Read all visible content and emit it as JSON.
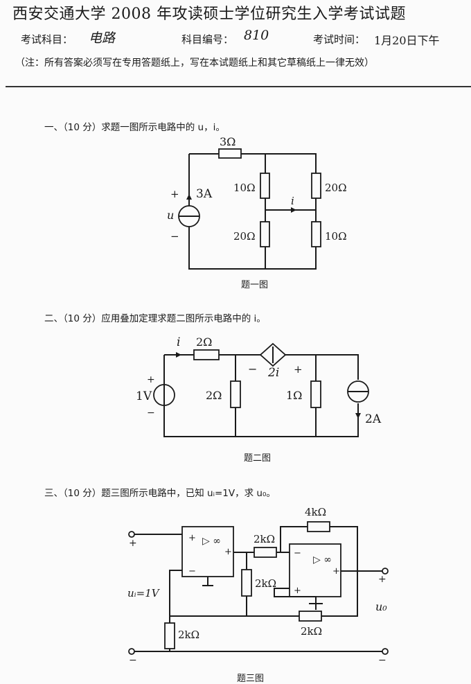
{
  "header": {
    "title": "西安交通大学 2008 年攻读硕士学位研究生入学考试试题",
    "subject_label": "考试科目：",
    "subject_value": "电路",
    "code_label": "科目编号：",
    "code_value": "810",
    "time_label": "考试时间：",
    "time_value": "1月20日下午",
    "note": "（注：所有答案必须写在专用答题纸上，写在本试题纸上和其它草稿纸上一律无效）"
  },
  "q1": {
    "text": "一、（10 分）求题一图所示电路中的 u，i。",
    "caption": "题一图",
    "labels": {
      "r_top": "3Ω",
      "r_mid_up": "10Ω",
      "r_right_up": "20Ω",
      "r_mid_low": "20Ω",
      "r_right_low": "10Ω",
      "source": "3A",
      "current": "i",
      "voltage": "u",
      "plus": "+",
      "minus": "−"
    }
  },
  "q2": {
    "text": "二、（10 分）应用叠加定理求题二图所示电路中的 i。",
    "caption": "题二图",
    "labels": {
      "current": "i",
      "r_top": "2Ω",
      "vsrc": "1V",
      "r_mid": "2Ω",
      "dep_src": "2i",
      "r_right": "1Ω",
      "isrc": "2A",
      "plus": "+",
      "minus": "−"
    }
  },
  "q3": {
    "text": "三、（10 分）题三图所示电路中，已知 uᵢ=1V，求 u₀。",
    "caption": "题三图",
    "labels": {
      "r_feedback": "4kΩ",
      "r_series": "2kΩ",
      "r_shunt": "2kΩ",
      "r_pot": "2kΩ",
      "r_bottom": "2kΩ",
      "ui": "uᵢ=1V",
      "uo": "u₀",
      "opamp_sym": "▷ ∞",
      "plus": "+",
      "minus": "−"
    }
  }
}
